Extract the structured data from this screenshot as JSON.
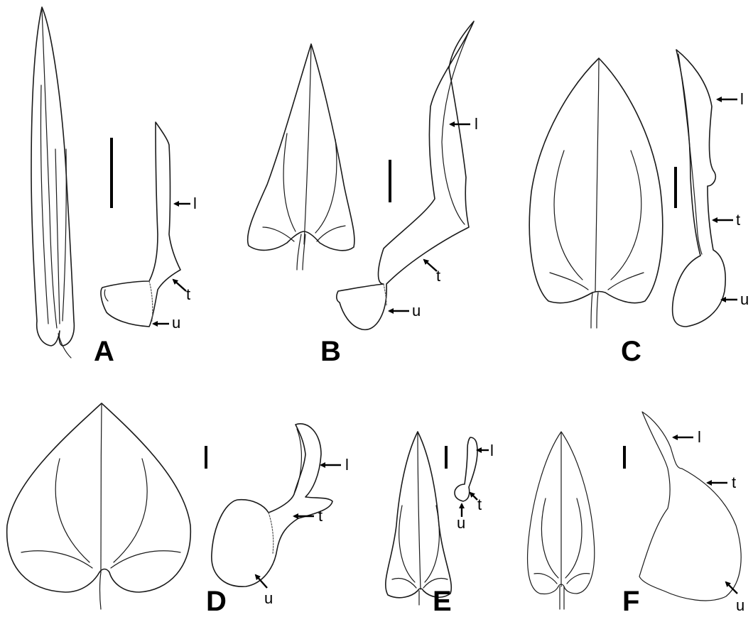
{
  "panels": [
    {
      "letter": "A",
      "labels": {
        "l": "l",
        "t": "t",
        "u": "u"
      }
    },
    {
      "letter": "B",
      "labels": {
        "l": "l",
        "t": "t",
        "u": "u"
      }
    },
    {
      "letter": "C",
      "labels": {
        "l": "l",
        "t": "t",
        "u": "u"
      }
    },
    {
      "letter": "D",
      "labels": {
        "l": "l",
        "t": "t",
        "u": "u"
      }
    },
    {
      "letter": "E",
      "labels": {
        "l": "l",
        "t": "t",
        "u": "u"
      }
    },
    {
      "letter": "F",
      "labels": {
        "l": "l",
        "t": "t",
        "u": "u"
      }
    }
  ]
}
